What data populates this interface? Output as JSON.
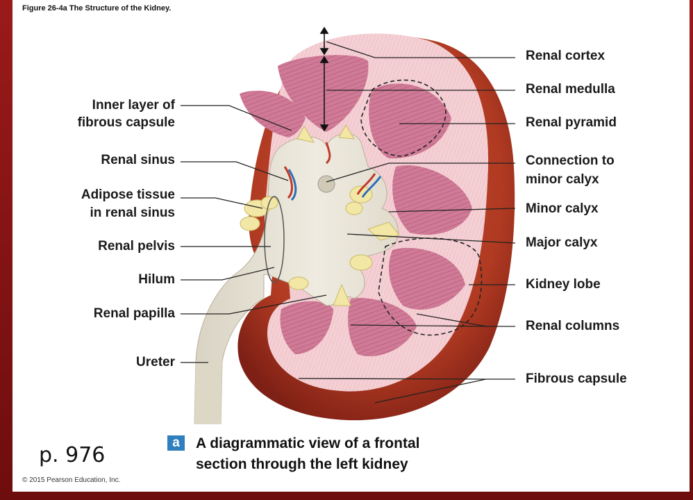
{
  "figure_title": "Figure 26-4a The Structure of the Kidney.",
  "labels_right": {
    "renal_cortex": "Renal cortex",
    "renal_medulla": "Renal medulla",
    "renal_pyramid": "Renal pyramid",
    "connection_1": "Connection to",
    "connection_2": "minor calyx",
    "minor_calyx": "Minor calyx",
    "major_calyx": "Major calyx",
    "kidney_lobe": "Kidney lobe",
    "renal_columns": "Renal columns",
    "fibrous_capsule": "Fibrous capsule"
  },
  "labels_left": {
    "inner_layer_1": "Inner layer of",
    "inner_layer_2": "fibrous capsule",
    "renal_sinus": "Renal sinus",
    "adipose_1": "Adipose tissue",
    "adipose_2": "in renal sinus",
    "renal_pelvis": "Renal pelvis",
    "hilum": "Hilum",
    "renal_papilla": "Renal papilla",
    "ureter": "Ureter"
  },
  "caption": {
    "badge": "a",
    "line1": "A diagrammatic view of a frontal",
    "line2": "section through the left kidney"
  },
  "page_ref": "p. 976",
  "copyright": "© 2015 Pearson Education, Inc.",
  "colors": {
    "background": "#8b1414",
    "cortex": "#f2c9cf",
    "pyramid": "#c96f8f",
    "capsule": "#b8402a",
    "pelvis": "#e8e4d8",
    "fat": "#f3e7a6",
    "caption_badge": "#2f7fbf"
  }
}
